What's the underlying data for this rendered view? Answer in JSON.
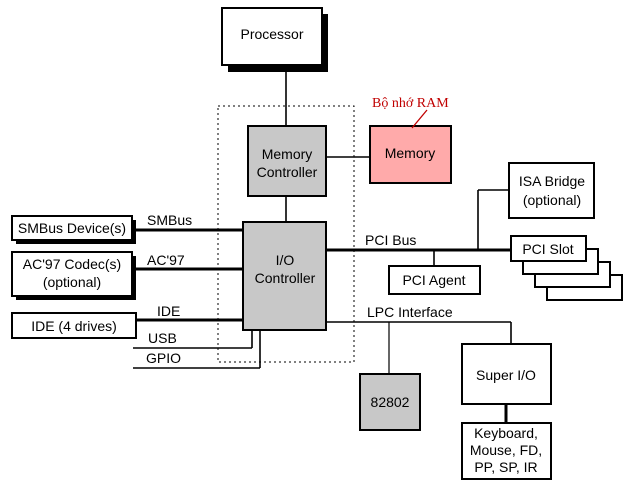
{
  "blocks": {
    "processor": "Processor",
    "memory_controller": [
      "Memory",
      "Controller"
    ],
    "memory": "Memory",
    "memory_annotation": "Bộ nhớ RAM",
    "io_controller": [
      "I/O",
      "Controller"
    ],
    "isa_bridge": [
      "ISA Bridge",
      "(optional)"
    ],
    "pci_slot": "PCI Slot",
    "pci_agent": "PCI Agent",
    "smbus_devices": "SMBus Device(s)",
    "ac97_codec": [
      "AC'97 Codec(s)",
      "(optional)"
    ],
    "ide_drives": "IDE (4 drives)",
    "super_io": "Super I/O",
    "firmware_hub": "82802",
    "peripherals": [
      "Keyboard,",
      "Mouse, FD,",
      "PP, SP, IR"
    ]
  },
  "bus_labels": {
    "smbus": "SMBus",
    "ac97": "AC'97",
    "ide": "IDE",
    "usb": "USB",
    "gpio": "GPIO",
    "pci_bus": "PCI Bus",
    "lpc_interface": "LPC Interface"
  },
  "colors": {
    "gray_block": "#c8c8c8",
    "memory_block": "#ffaaaa",
    "annotation": "#c00000"
  }
}
